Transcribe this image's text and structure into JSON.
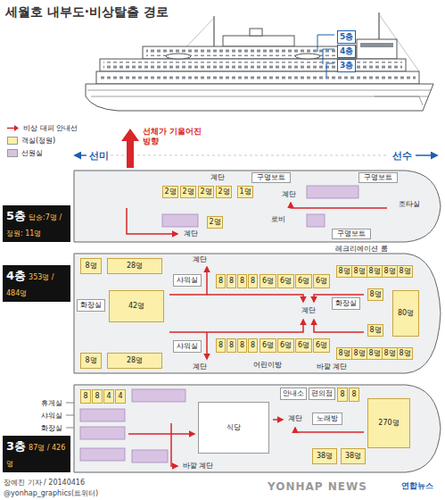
{
  "diagram": {
    "title": "세월호 내부도·비상탈출 경로",
    "nodes": [
      {
        "text": [
          "5층",
          "탑승:7명 / 정원: 11명"
        ]
      },
      {
        "text": [
          "계단"
        ],
        "in": 0
      },
      {
        "text": [
          "구명보트"
        ],
        "in": 0
      },
      {
        "text": [
          "구명보트"
        ],
        "in": 0
      },
      {
        "text": [
          "2명"
        ],
        "in": 0
      },
      {
        "text": [
          "2명"
        ],
        "in": 0
      },
      {
        "text": [
          "2명"
        ],
        "in": 0
      },
      {
        "text": [
          "2명"
        ],
        "in": 0
      },
      {
        "text": [
          "1명"
        ],
        "in": 0
      },
      {
        "text": [
          "계단"
        ],
        "in": 0
      },
      {
        "text": [
          "로비"
        ],
        "in": 0
      },
      {
        "text": [
          "2명"
        ],
        "in": 0
      },
      {
        "text": [
          "계단"
        ],
        "in": 0
      },
      {
        "text": [
          "조타실"
        ],
        "in": 0
      },
      {
        "text": [
          "구명보트"
        ],
        "in": 0
      },
      {
        "text": [
          "4층",
          "353명 / 484명"
        ]
      },
      {
        "text": [
          "8명"
        ],
        "in": 15
      },
      {
        "text": [
          "28명"
        ],
        "in": 15
      },
      {
        "text": [
          "계단"
        ],
        "in": 15
      },
      {
        "text": [
          "샤워실"
        ],
        "in": 15
      },
      {
        "text": [
          "8"
        ],
        "in": 15
      },
      {
        "text": [
          "8"
        ],
        "in": 15
      },
      {
        "text": [
          "8"
        ],
        "in": 15
      },
      {
        "text": [
          "8"
        ],
        "in": 15
      },
      {
        "text": [
          "6명"
        ],
        "in": 15
      },
      {
        "text": [
          "6명"
        ],
        "in": 15
      },
      {
        "text": [
          "6명"
        ],
        "in": 15
      },
      {
        "text": [
          "6명"
        ],
        "in": 15
      },
      {
        "text": [
          "8명"
        ],
        "in": 15
      },
      {
        "text": [
          "8명"
        ],
        "in": 15
      },
      {
        "text": [
          "8명"
        ],
        "in": 15
      },
      {
        "text": [
          "8명"
        ],
        "in": 15
      },
      {
        "text": [
          "8명"
        ],
        "in": 15
      },
      {
        "text": [
          "화장실"
        ],
        "in": 15
      },
      {
        "text": [
          "42명"
        ],
        "in": 15
      },
      {
        "text": [
          "화장실"
        ],
        "in": 15
      },
      {
        "text": [
          "계단"
        ],
        "in": 15
      },
      {
        "text": [
          "8명"
        ],
        "in": 15
      },
      {
        "text": [
          "8명"
        ],
        "in": 15
      },
      {
        "text": [
          "80명"
        ],
        "in": 15
      },
      {
        "text": [
          "8명"
        ],
        "in": 15
      },
      {
        "text": [
          "28명"
        ],
        "in": 15
      },
      {
        "text": [
          "샤워실"
        ],
        "in": 15
      },
      {
        "text": [
          "8"
        ],
        "in": 15
      },
      {
        "text": [
          "8"
        ],
        "in": 15
      },
      {
        "text": [
          "8"
        ],
        "in": 15
      },
      {
        "text": [
          "8"
        ],
        "in": 15
      },
      {
        "text": [
          "6명"
        ],
        "in": 15
      },
      {
        "text": [
          "6명"
        ],
        "in": 15
      },
      {
        "text": [
          "6명"
        ],
        "in": 15
      },
      {
        "text": [
          "6명"
        ],
        "in": 15
      },
      {
        "text": [
          "8명"
        ],
        "in": 15
      },
      {
        "text": [
          "8명"
        ],
        "in": 15
      },
      {
        "text": [
          "8명"
        ],
        "in": 15
      },
      {
        "text": [
          "8명"
        ],
        "in": 15
      },
      {
        "text": [
          "8명"
        ],
        "in": 15
      },
      {
        "text": [
          "계단"
        ],
        "in": 15
      },
      {
        "text": [
          "어린이방"
        ],
        "in": 15
      },
      {
        "text": [
          "바깥 계단"
        ],
        "in": 15
      },
      {
        "text": [
          "3층",
          "87명 / 426명"
        ]
      },
      {
        "text": [
          "8"
        ],
        "in": 59
      },
      {
        "text": [
          "8"
        ],
        "in": 59
      },
      {
        "text": [
          "4"
        ],
        "in": 59
      },
      {
        "text": [
          "4"
        ],
        "in": 59
      },
      {
        "text": [
          "식당"
        ],
        "in": 59
      },
      {
        "text": [
          "안내소"
        ],
        "in": 59
      },
      {
        "text": [
          "편의점"
        ],
        "in": 59
      },
      {
        "text": [
          "8"
        ],
        "in": 59
      },
      {
        "text": [
          "8"
        ],
        "in": 59
      },
      {
        "text": [
          "계단"
        ],
        "in": 59
      },
      {
        "text": [
          "노래방"
        ],
        "in": 59
      },
      {
        "text": [
          "270명"
        ],
        "in": 59
      },
      {
        "text": [
          "38명"
        ],
        "in": 59
      },
      {
        "text": [
          "38명"
        ],
        "in": 59
      },
      {
        "text": [
          "바깥 계단"
        ],
        "in": 59
      }
    ],
    "labels": [
      "5층",
      "4층",
      "3층",
      "선미",
      "선수",
      "선체가 기울어진 방향",
      "레크리에이션 룸",
      "휴게실",
      "샤워실",
      "화장실",
      "장예진 기자 / 20140416",
      "@yonhap_graphics(트위터)",
      "연합뉴스",
      "YONHAP NEWS"
    ],
    "legend": [
      {
        "text": "비상 대피 안내선"
      },
      {
        "text": "객실(정원)",
        "color": "#fcefa9"
      },
      {
        "text": "선원실",
        "color": "#d9c3e3"
      }
    ]
  }
}
